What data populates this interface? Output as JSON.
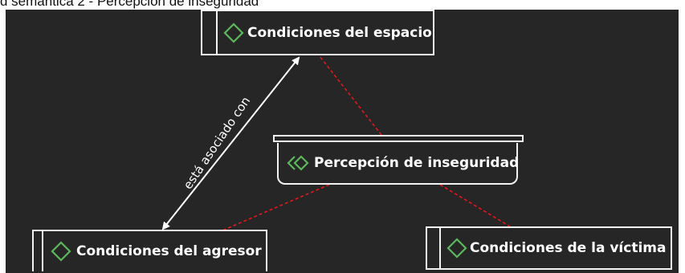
{
  "title": "d semántica 2 - Percepción de inseguridad",
  "colors": {
    "background": "#262626",
    "node_border": "#f2f2f2",
    "icon_green": "#5cb85c",
    "link_red": "#e0181e",
    "arrow": "#ffffff"
  },
  "nodes": {
    "espacio": {
      "label": "Condiciones del espacio",
      "icon": "diamond-icon"
    },
    "agresor": {
      "label": "Condiciones del agresor",
      "icon": "diamond-icon"
    },
    "victima": {
      "label": "Condiciones de la víctima",
      "icon": "diamond-icon"
    },
    "core": {
      "label": "Percepción de inseguridad",
      "icon": "double-chevron-diamond-icon"
    }
  },
  "relations": [
    {
      "from": "Condiciones del agresor",
      "to": "Condiciones del espacio",
      "label": "está asociado con",
      "style": "bidirectional-arrow"
    },
    {
      "from": "Percepción de inseguridad",
      "to": "Condiciones del espacio",
      "style": "dashed"
    },
    {
      "from": "Percepción de inseguridad",
      "to": "Condiciones del agresor",
      "style": "dashed"
    },
    {
      "from": "Percepción de inseguridad",
      "to": "Condiciones de la víctima",
      "style": "dashed"
    }
  ]
}
